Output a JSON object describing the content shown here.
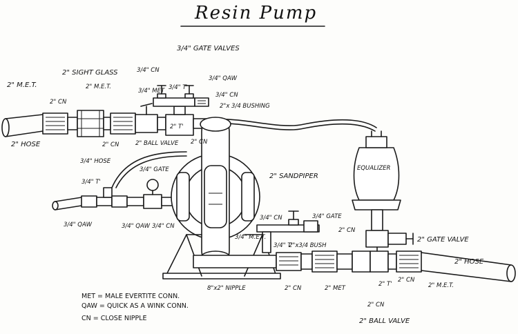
{
  "title": "Resin Pump",
  "labels": {
    "gate_valves_34": "3/4\" GATE VALVES",
    "cn_34_top": "3/4\" CN",
    "sight_glass": "2\" SIGHT GLASS",
    "met_34": "3/4\" MET",
    "t_34_top": "3/4\" T'",
    "qaw_34_top": "3/4\" QAW",
    "cn_34_right": "3/4\" CN",
    "met_2_left": "2\" M.E.T.",
    "met_2_mid": "2\" M.E.T.",
    "cn_2_a": "2\" CN",
    "bushing_2x34": "2\"x 3/4 BUSHING",
    "hose_2_left": "2\" HOSE",
    "cn_2_b": "2\" CN",
    "ball_valve_2_top": "2\" BALL VALVE",
    "cn_2_c": "2\" CN",
    "t_2_top": "2\" T'",
    "hose_34": "3/4\" HOSE",
    "gate_34_left": "3/4\" GATE",
    "t_34_left": "3/4\" T'",
    "sandpiper": "2\" SANDPIPER",
    "equalizer": "EQUALIZER",
    "qaw_34_a": "3/4\" QAW",
    "qaw_34_b": "3/4\" QAW",
    "cn_34_left": "3/4\" CN",
    "gate_34_right": "3/4\" GATE",
    "cn_34_low": "3/4\" CN",
    "met_34_low": "3/4\" M.E.T.",
    "t_34_low": "3/4\" T'",
    "bushing_low": "2\"x3/4 BUSH",
    "cn_2_right": "2\" CN",
    "gate_valve_2": "2\" GATE VALVE",
    "hose_2_right": "2\" HOSE",
    "nipple": "8\"x2\" NIPPLE",
    "cn_2_low": "2\" CN",
    "met_2_low": "2\" MET",
    "t_2_low": "2\" T'",
    "cn_2_low2": "2\" CN",
    "met_2_right": "2\" M.E.T.",
    "cn_2_low3": "2\" CN",
    "ball_valve_2_low": "2\" BALL VALVE"
  },
  "legend": [
    "MET = MALE EVERTITE CONN.",
    "QAW = QUICK AS A WINK CONN.",
    "CN = CLOSE NIPPLE"
  ]
}
